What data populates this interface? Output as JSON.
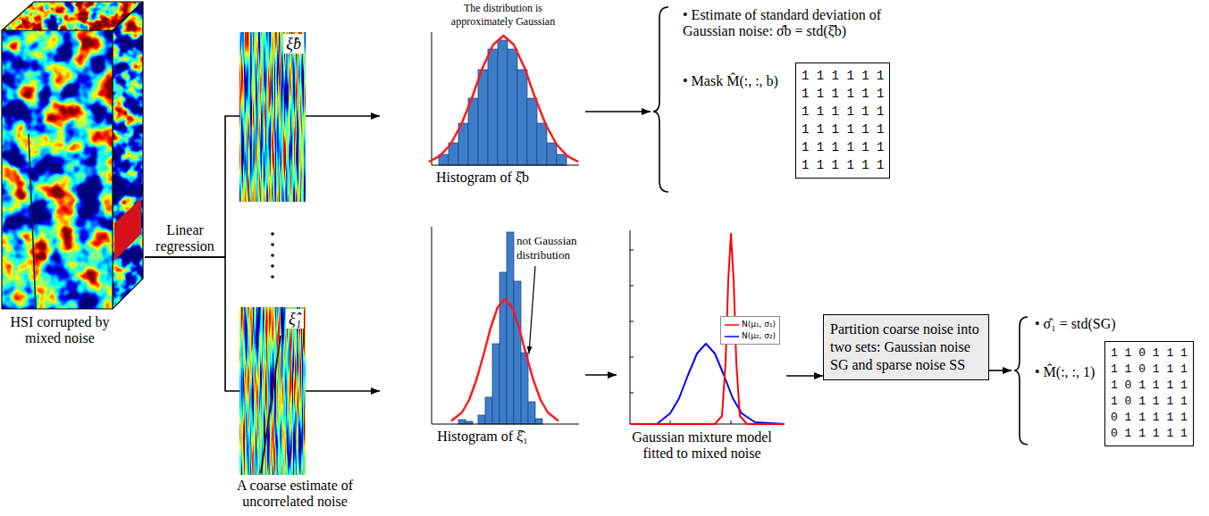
{
  "diagram": {
    "nodes": [
      {
        "text": [
          "HSI corrupted by mixed noise"
        ]
      },
      {
        "text": [
          "ξ̂b"
        ]
      },
      {
        "text": [
          "ξ̂₁"
        ]
      },
      {
        "text": [
          "The distribution is approximately Gaussian",
          "Histogram of ξ̂b"
        ]
      },
      {
        "text": [
          "not Gaussian distribution",
          "Histogram of ξ̂₁"
        ]
      },
      {
        "text": [
          "• Estimate of standard deviation of Gaussian noise: σ̂b = std(ξ̂b)",
          "• Mask M̂(:, :, b)"
        ]
      },
      {
        "text": [
          "1 1 1 1 1 1",
          "1 1 1 1 1 1",
          "1 1 1 1 1 1",
          "1 1 1 1 1 1",
          "1 1 1 1 1 1",
          "1 1 1 1 1 1"
        ],
        "in": 5
      },
      {
        "text": [
          "Gaussian mixture model fitted to mixed noise"
        ]
      },
      {
        "text": [
          "Partition coarse noise into two sets: Gaussian noise SG and sparse noise SS"
        ]
      },
      {
        "text": [
          "• σ̂₁ = std(SG)",
          "• M̂(:, :, 1)"
        ]
      },
      {
        "text": [
          "1 1 0 1 1 1",
          "1 1 0 1 1 1",
          "1 0 1 1 1 1",
          "1 0 1 1 1 1",
          "0 1 1 1 1 1",
          "0 1 1 1 1 1"
        ],
        "in": 9
      }
    ],
    "edges": [
      {
        "from": 0,
        "to": 1,
        "arrow": "none",
        "label": "Linear regression"
      },
      {
        "from": 0,
        "to": 2,
        "arrow": "none"
      },
      {
        "from": 1,
        "to": 3,
        "arrow": "to"
      },
      {
        "from": 2,
        "to": 4,
        "arrow": "to"
      },
      {
        "from": 3,
        "to": 5,
        "arrow": "to"
      },
      {
        "from": 4,
        "to": 7,
        "arrow": "to"
      },
      {
        "from": 7,
        "to": 8,
        "arrow": "to"
      },
      {
        "from": 8,
        "to": 9,
        "arrow": "to"
      }
    ],
    "labels": [
      "A coarse estimate of uncorrelated noise"
    ],
    "legend": [
      {
        "text": "N(μ₁, σ₁)"
      },
      {
        "text": "N(μ₂, σ₂)"
      }
    ]
  }
}
